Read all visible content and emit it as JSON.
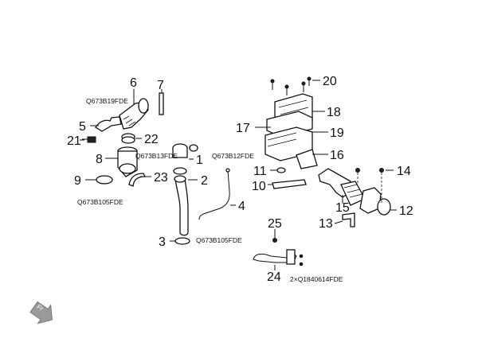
{
  "callouts": [
    "1",
    "2",
    "3",
    "4",
    "5",
    "6",
    "7",
    "8",
    "9",
    "10",
    "11",
    "12",
    "13",
    "14",
    "15",
    "16",
    "17",
    "18",
    "19",
    "20",
    "21",
    "22",
    "23",
    "24",
    "25"
  ],
  "codes": {
    "c6": "Q673B19FDE",
    "c8": "Q673B13FDE",
    "c9": "Q673B105FDE",
    "c4": "Q673B12FDE",
    "c3": "Q673B105FDE",
    "c24": "2×Q1840614FDE"
  },
  "front_arrow": "Fr"
}
